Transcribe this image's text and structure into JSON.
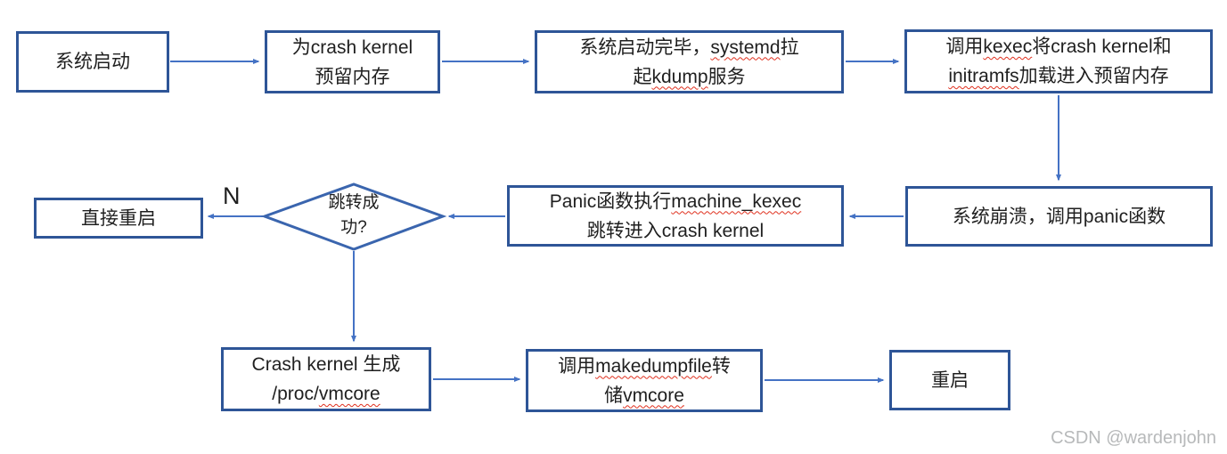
{
  "title": "kdump crash kernel flowchart",
  "colors": {
    "box_border": "#2e5597",
    "diamond_border": "#3a65ae",
    "arrow": "#4472c4",
    "text": "#1f1f1f",
    "spellcheck_underline": "#e0301e",
    "watermark": "#b7b9ba"
  },
  "decision_no_label": "N",
  "watermark": "CSDN @wardenjohn",
  "nodes": [
    {
      "id": "sys-start",
      "lines": [
        [
          {
            "t": "系统启动"
          }
        ]
      ]
    },
    {
      "id": "reserve-mem",
      "lines": [
        [
          {
            "t": "为crash kernel"
          }
        ],
        [
          {
            "t": "预留内存"
          }
        ]
      ]
    },
    {
      "id": "systemd-kdump",
      "lines": [
        [
          {
            "t": "系统启动完毕，"
          },
          {
            "t": "systemd",
            "sp": true
          },
          {
            "t": "拉"
          }
        ],
        [
          {
            "t": "起"
          },
          {
            "t": "kdump",
            "sp": true
          },
          {
            "t": "服务"
          }
        ]
      ]
    },
    {
      "id": "kexec-load",
      "lines": [
        [
          {
            "t": "调用"
          },
          {
            "t": "kexec",
            "sp": true
          },
          {
            "t": "将crash kernel和"
          }
        ],
        [
          {
            "t": "initramfs",
            "sp": true
          },
          {
            "t": "加载进入预留内存"
          }
        ]
      ]
    },
    {
      "id": "panic",
      "lines": [
        [
          {
            "t": "系统崩溃，调用panic函数"
          }
        ]
      ]
    },
    {
      "id": "machine-kexec",
      "lines": [
        [
          {
            "t": "Panic函数执行"
          },
          {
            "t": "machine_kexec",
            "sp": true
          }
        ],
        [
          {
            "t": "跳转进入crash kernel"
          }
        ]
      ]
    },
    {
      "id": "jump-success",
      "lines": [
        [
          {
            "t": "跳转成"
          }
        ],
        [
          {
            "t": "功?"
          }
        ]
      ]
    },
    {
      "id": "direct-reboot",
      "lines": [
        [
          {
            "t": "直接重启"
          }
        ]
      ]
    },
    {
      "id": "vmcore",
      "lines": [
        [
          {
            "t": "Crash kernel 生成"
          }
        ],
        [
          {
            "t": "/proc/"
          },
          {
            "t": "vmcore",
            "sp": true
          }
        ]
      ]
    },
    {
      "id": "makedumpfile",
      "lines": [
        [
          {
            "t": "调用"
          },
          {
            "t": "makedumpfile",
            "sp": true
          },
          {
            "t": "转"
          }
        ],
        [
          {
            "t": "储"
          },
          {
            "t": "vmcore",
            "sp": true
          }
        ]
      ]
    },
    {
      "id": "reboot",
      "lines": [
        [
          {
            "t": "重启"
          }
        ]
      ]
    }
  ]
}
